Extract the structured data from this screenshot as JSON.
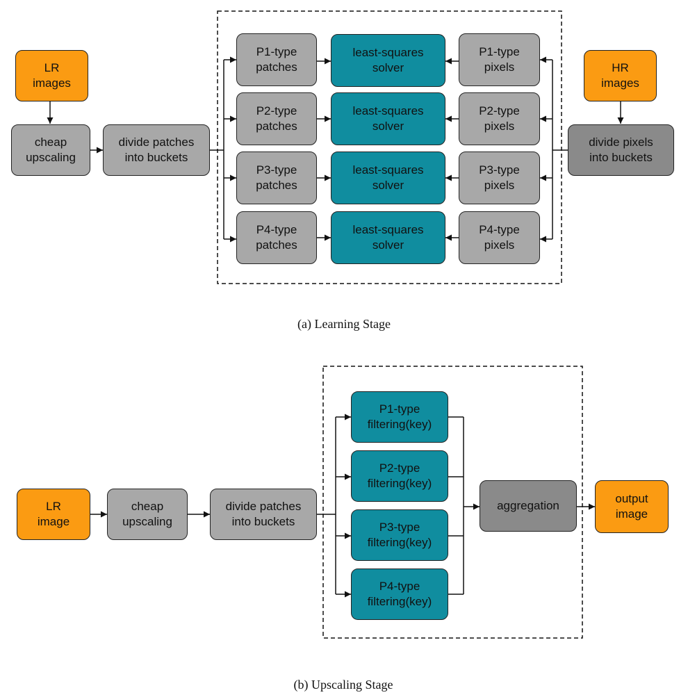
{
  "learning": {
    "caption": "(a)  Learning Stage",
    "lr_images": "LR\nimages",
    "hr_images": "HR\nimages",
    "cheap_upscaling": "cheap\nupscaling",
    "divide_patches": "divide patches\ninto buckets",
    "divide_pixels": "divide pixels\ninto buckets",
    "patches": [
      "P1-type\npatches",
      "P2-type\npatches",
      "P3-type\npatches",
      "P4-type\npatches"
    ],
    "solvers": [
      "least-squares\nsolver",
      "least-squares\nsolver",
      "least-squares\nsolver",
      "least-squares\nsolver"
    ],
    "pixels": [
      "P1-type\npixels",
      "P2-type\npixels",
      "P3-type\npixels",
      "P4-type\npixels"
    ]
  },
  "upscaling": {
    "caption": "(b)  Upscaling Stage",
    "lr_image": "LR\nimage",
    "cheap_upscaling": "cheap\nupscaling",
    "divide_patches": "divide patches\ninto buckets",
    "filters": [
      "P1-type\nfiltering(key)",
      "P2-type\nfiltering(key)",
      "P3-type\nfiltering(key)",
      "P4-type\nfiltering(key)"
    ],
    "aggregation": "aggregation",
    "output_image": "output\nimage"
  },
  "colors": {
    "orange": "#fb9b12",
    "gray": "#a8a8a8",
    "dark_gray": "#8a8a8a",
    "teal": "#108d9f"
  }
}
